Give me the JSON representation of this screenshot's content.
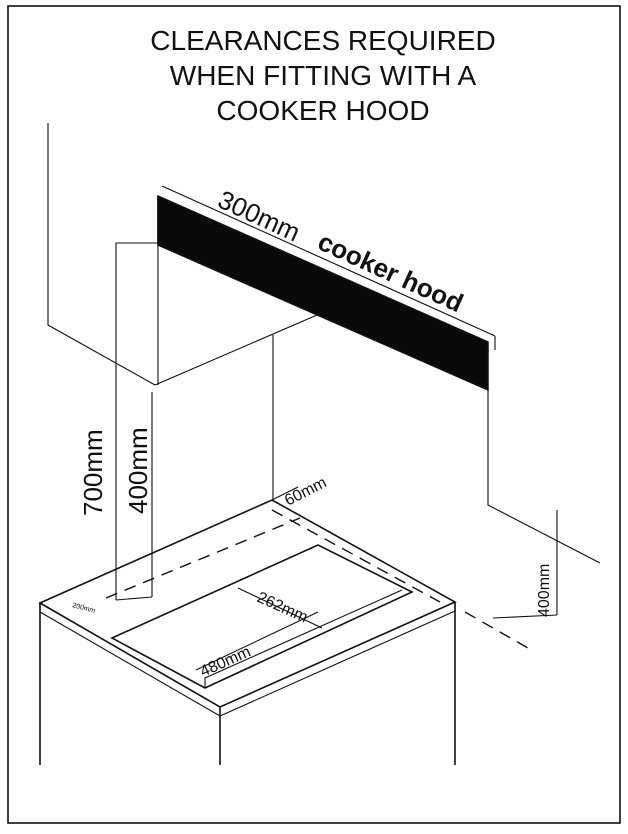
{
  "title": {
    "line1": "CLEARANCES REQUIRED",
    "line2": "WHEN FITTING  WITH A",
    "line3": "COOKER HOOD"
  },
  "hood": {
    "width_label": "300mm",
    "name_label": "cooker hood"
  },
  "dimensions": {
    "height_700": "700mm",
    "height_400": "400mm",
    "side_400": "400mm",
    "back_60": "60mm",
    "depth_262": "262mm",
    "width_480": "480mm",
    "front_small": "200mm"
  },
  "colors": {
    "line": "#111111",
    "hood_fill": "#0a0a0a",
    "background": "#ffffff"
  }
}
